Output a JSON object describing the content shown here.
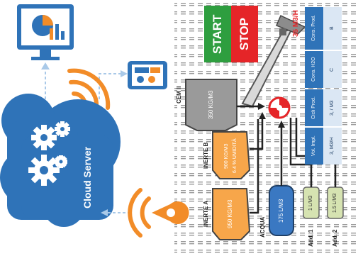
{
  "cloud": {
    "label": "Cloud Server"
  },
  "controls": {
    "start_label": "START",
    "stop_label": "STOP"
  },
  "flow": {
    "label": "35 M3/H"
  },
  "cement": {
    "label": "CEM II",
    "value": "350 KG/M3"
  },
  "inerte_b": {
    "label": "INERTE B",
    "value": "900 KG/M3",
    "sub": "6.4 % UMIDITÀ"
  },
  "inerte_a": {
    "label": "INERTE A",
    "value": "950 KG/M3"
  },
  "water": {
    "label": "ACQUA",
    "value": "175 L/M3"
  },
  "additive1": {
    "label": "Add. 1",
    "value": "1 L/M3"
  },
  "additive2": {
    "label": "Add. 2",
    "value": "1.5 L/M3"
  },
  "table": {
    "headers": [
      "Vol. Impl.",
      "Cicli Prod.",
      "Cons. H2O",
      "Cons. Prod."
    ],
    "values": [
      "3, M3/H",
      "3, / M3",
      "C",
      "B"
    ]
  },
  "colors": {
    "accent_orange": "#f28c28",
    "cloud_blue": "#2f73b8",
    "start_green": "#2e9e3f",
    "stop_red": "#e52528",
    "silo_gray": "#9a9a9a",
    "inerte_orange": "#f7a64a",
    "water_blue": "#3a78c2",
    "additive_green": "#d6e3b1"
  }
}
